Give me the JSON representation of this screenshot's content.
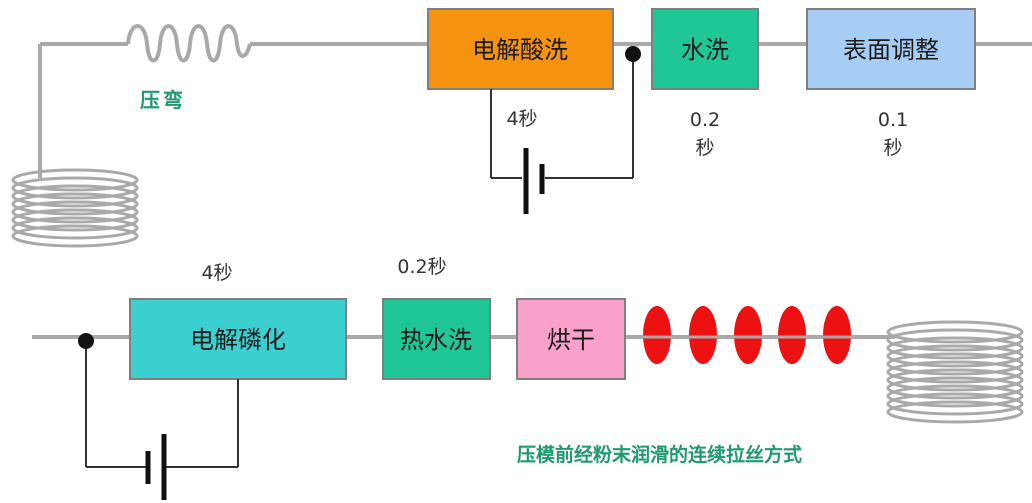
{
  "row1": {
    "bend_label": "压弯",
    "steps": [
      {
        "label": "电解酸洗",
        "color": "#f5920f",
        "time": "4秒"
      },
      {
        "label": "水洗",
        "color": "#20c796",
        "time_value": "0.2",
        "time_unit": "秒"
      },
      {
        "label": "表面调整",
        "color": "#a7cdf5",
        "time_value": "0.1",
        "time_unit": "秒"
      }
    ]
  },
  "row2": {
    "steps": [
      {
        "label": "电解磷化",
        "color": "#3ccfcf",
        "time": "4秒"
      },
      {
        "label": "热水洗",
        "color": "#20c796",
        "time": "0.2秒"
      },
      {
        "label": "烘干",
        "color": "#f9a0cb"
      }
    ],
    "lube_count": 5,
    "lube_color": "#ee1111"
  },
  "caption": "压模前经粉末润滑的连续拉丝方式",
  "colors": {
    "wire": "#a9a9a9",
    "border": "#7f7f7f",
    "circuit": "#333333",
    "caption_green": "#1e9a6e"
  },
  "icons": [
    "wire-coil-icon",
    "spring-icon",
    "battery-icon",
    "lubricant-disc-icon"
  ]
}
